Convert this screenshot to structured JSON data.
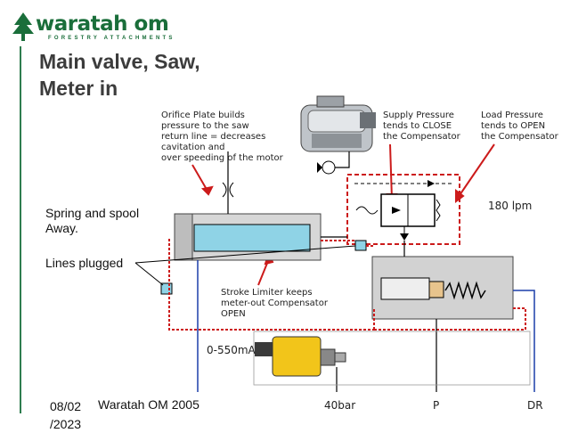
{
  "logo": {
    "name": "waratah om",
    "tagline": "FORESTRY ATTACHMENTS"
  },
  "title": {
    "line1": "Main valve, Saw,",
    "line2": "Meter in"
  },
  "annotations": {
    "orifice": [
      "Orifice Plate builds",
      "pressure to the saw",
      "return line = decreases",
      "cavitation and",
      "over speeding of the motor"
    ],
    "supply": [
      "Supply Pressure",
      "tends to CLOSE",
      "the Compensator"
    ],
    "load": [
      "Load Pressure",
      "tends to OPEN",
      "the Compensator"
    ],
    "spring": [
      "Spring and spool",
      "Away."
    ],
    "lines": "Lines plugged",
    "stroke": [
      "Stroke Limiter keeps",
      "meter-out Compensator",
      "OPEN"
    ],
    "flow": "180 lpm",
    "current": "0-550mA"
  },
  "ports": {
    "pressure": "40bar",
    "p": "P",
    "dr": "DR"
  },
  "footer": {
    "date_line1": "08/02",
    "date_line2": "/2023",
    "caption": "Waratah OM 2005"
  },
  "colors": {
    "brand_green": "#1a6e3a",
    "pilot_red": "#cc1b1b",
    "drain_blue": "#1c3faa",
    "cyan_fill": "#8fd3e6",
    "solenoid_yellow": "#f2c51a"
  }
}
